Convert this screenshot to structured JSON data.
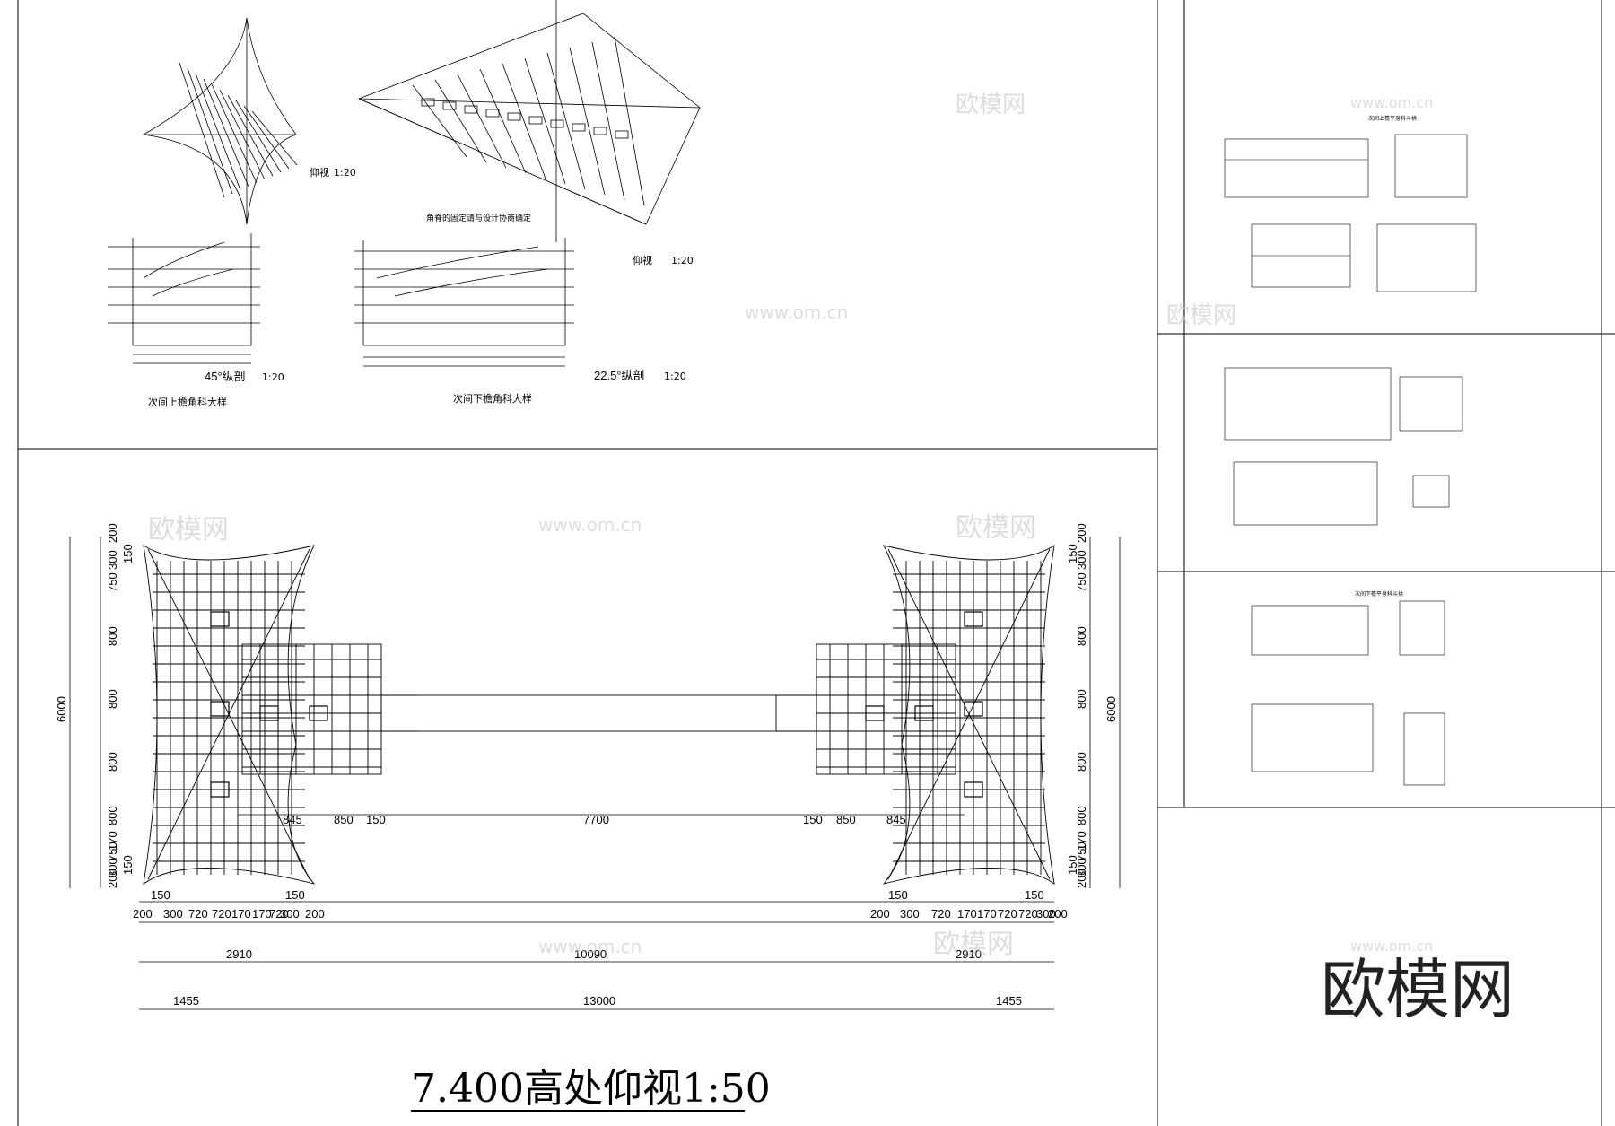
{
  "main_drawing": {
    "title": "7.400高处仰视1:50",
    "left_vertical": [
      "200",
      "300",
      "750",
      "800",
      "800",
      "800",
      "800",
      "170",
      "750",
      "300",
      "200"
    ],
    "left_overall": "6000",
    "left_inner": [
      "150",
      "150"
    ],
    "right_vertical": [
      "200",
      "300",
      "750",
      "800",
      "800",
      "800",
      "800",
      "170",
      "750",
      "300",
      "200"
    ],
    "right_overall": "6000",
    "right_inner": [
      "150",
      "150"
    ],
    "span_labels": [
      "845",
      "850",
      "150",
      "7700",
      "150",
      "850",
      "845"
    ],
    "bottom_row1_left": [
      "150",
      "150"
    ],
    "bottom_row1_right": [
      "150",
      "150"
    ],
    "bottom_row2_left": [
      "200",
      "300",
      "720",
      "720",
      "170",
      "170",
      "720",
      "300",
      "200"
    ],
    "bottom_row2_right": [
      "200",
      "300",
      "720",
      "170",
      "170",
      "720",
      "720",
      "300",
      "200"
    ],
    "row3": [
      "2910",
      "10090",
      "2910"
    ],
    "row4": [
      "1455",
      "13000",
      "1455"
    ]
  },
  "top_left_drawing": {
    "view_label": "仰视",
    "view_scale": "1:20",
    "section45_label": "45°纵剖",
    "section45_scale": "1:20",
    "caption": "次间上檐角科大样"
  },
  "top_mid_drawing": {
    "note": "角脊的固定请与设计协商确定",
    "view_label": "仰视",
    "view_scale": "1:20",
    "section_label": "22.5°纵剖",
    "section_scale": "1:20",
    "caption": "次间下檐角科大样"
  },
  "side_panels": {
    "panel1_title": "次间上檐平身科斗拱",
    "panel3_title": "次间下檐平身科斗拱"
  },
  "watermarks": {
    "site": "www.om.cn",
    "brand": "欧模网"
  }
}
